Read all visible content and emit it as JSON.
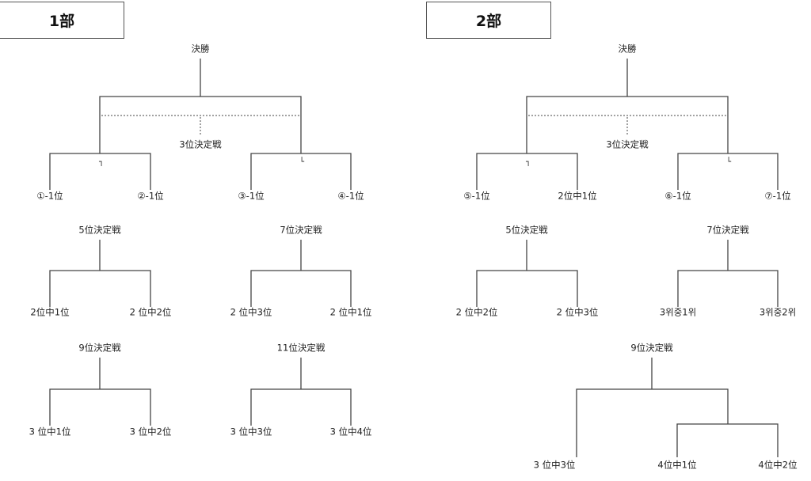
{
  "divisions": [
    {
      "title": "1部",
      "final": "決勝",
      "third_place": "3位決定戦",
      "semis": [
        "①-1位",
        "②-1位",
        "③-1位",
        "④-1位"
      ],
      "matches": [
        {
          "title": "5位決定戦",
          "teams": [
            "2位中1位",
            "2 位中2位"
          ]
        },
        {
          "title": "7位決定戦",
          "teams": [
            "2 位中3位",
            "2 位中1位"
          ]
        },
        {
          "title": "9位決定戦",
          "teams": [
            "3 位中1位",
            "3 位中2位"
          ]
        },
        {
          "title": "11位決定戦",
          "teams": [
            "3 位中3位",
            "3 位中4位"
          ]
        }
      ]
    },
    {
      "title": "2部",
      "final": "決勝",
      "third_place": "3位決定戦",
      "semis": [
        "⑤-1位",
        "2位中1位",
        "⑥-1位",
        "⑦-1位"
      ],
      "matches": [
        {
          "title": "5位決定戦",
          "teams": [
            "2 位中2位",
            "2 位中3位"
          ]
        },
        {
          "title": "7位決定戦",
          "teams": [
            "3위중1위",
            "3위중2위"
          ]
        },
        {
          "title": "9位決定戦",
          "teams": [
            "3 位中3位",
            "4位中1位",
            "4位中2位"
          ]
        }
      ]
    }
  ],
  "corner_marks": [
    "┐",
    "└"
  ]
}
